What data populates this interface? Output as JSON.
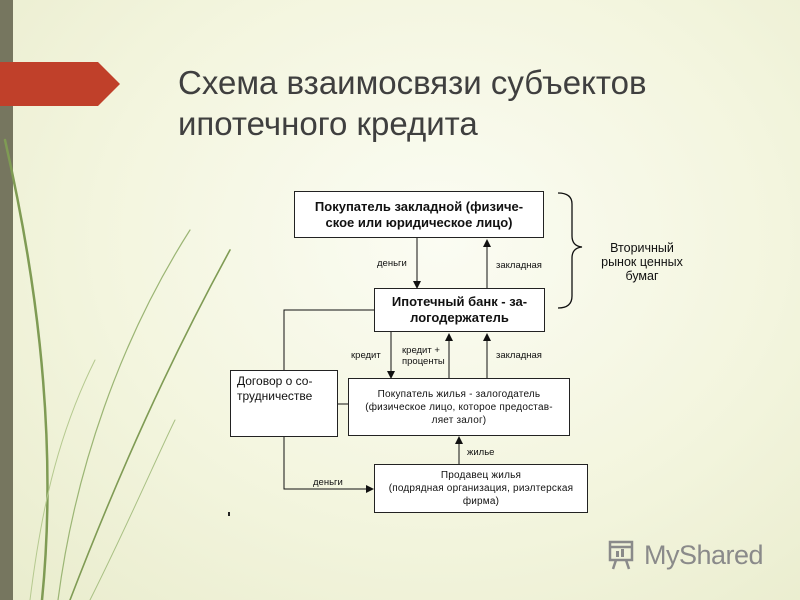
{
  "slide": {
    "title": "Схема взаимосвязи субъектов\nипотечного кредита"
  },
  "boxes": {
    "buyer_mortgage": "Покупатель закладной (физиче-\nское или юридическое лицо)",
    "mortgage_bank": "Ипотечный банк - за-\nлогодержатель",
    "cooperation": "Договор о со-\nтрудничестве",
    "home_buyer": "Покупатель жилья - залогодатель\n(физическое лицо, которое предостав-\nляет залог)",
    "seller": "Продавец жилья\n(подрядная организация, риэлтерская\nфирма)"
  },
  "edge_labels": {
    "money_top": "деньги",
    "pledge_top": "закладная",
    "credit": "кредит",
    "credit_interest": "кредит +\nпроценты",
    "pledge_mid": "закладная",
    "housing": "жилье",
    "money_bottom": "деньги"
  },
  "brace_label": "Вторичный\nрынок ценных\nбумаг",
  "logo": {
    "text": "MyShared",
    "icon": "presentation-board-icon"
  },
  "colors": {
    "left_bar": "#76765f",
    "title_arrow": "#c0402a",
    "title_text": "#3f3f3f",
    "logo": "#8a8a8a"
  }
}
